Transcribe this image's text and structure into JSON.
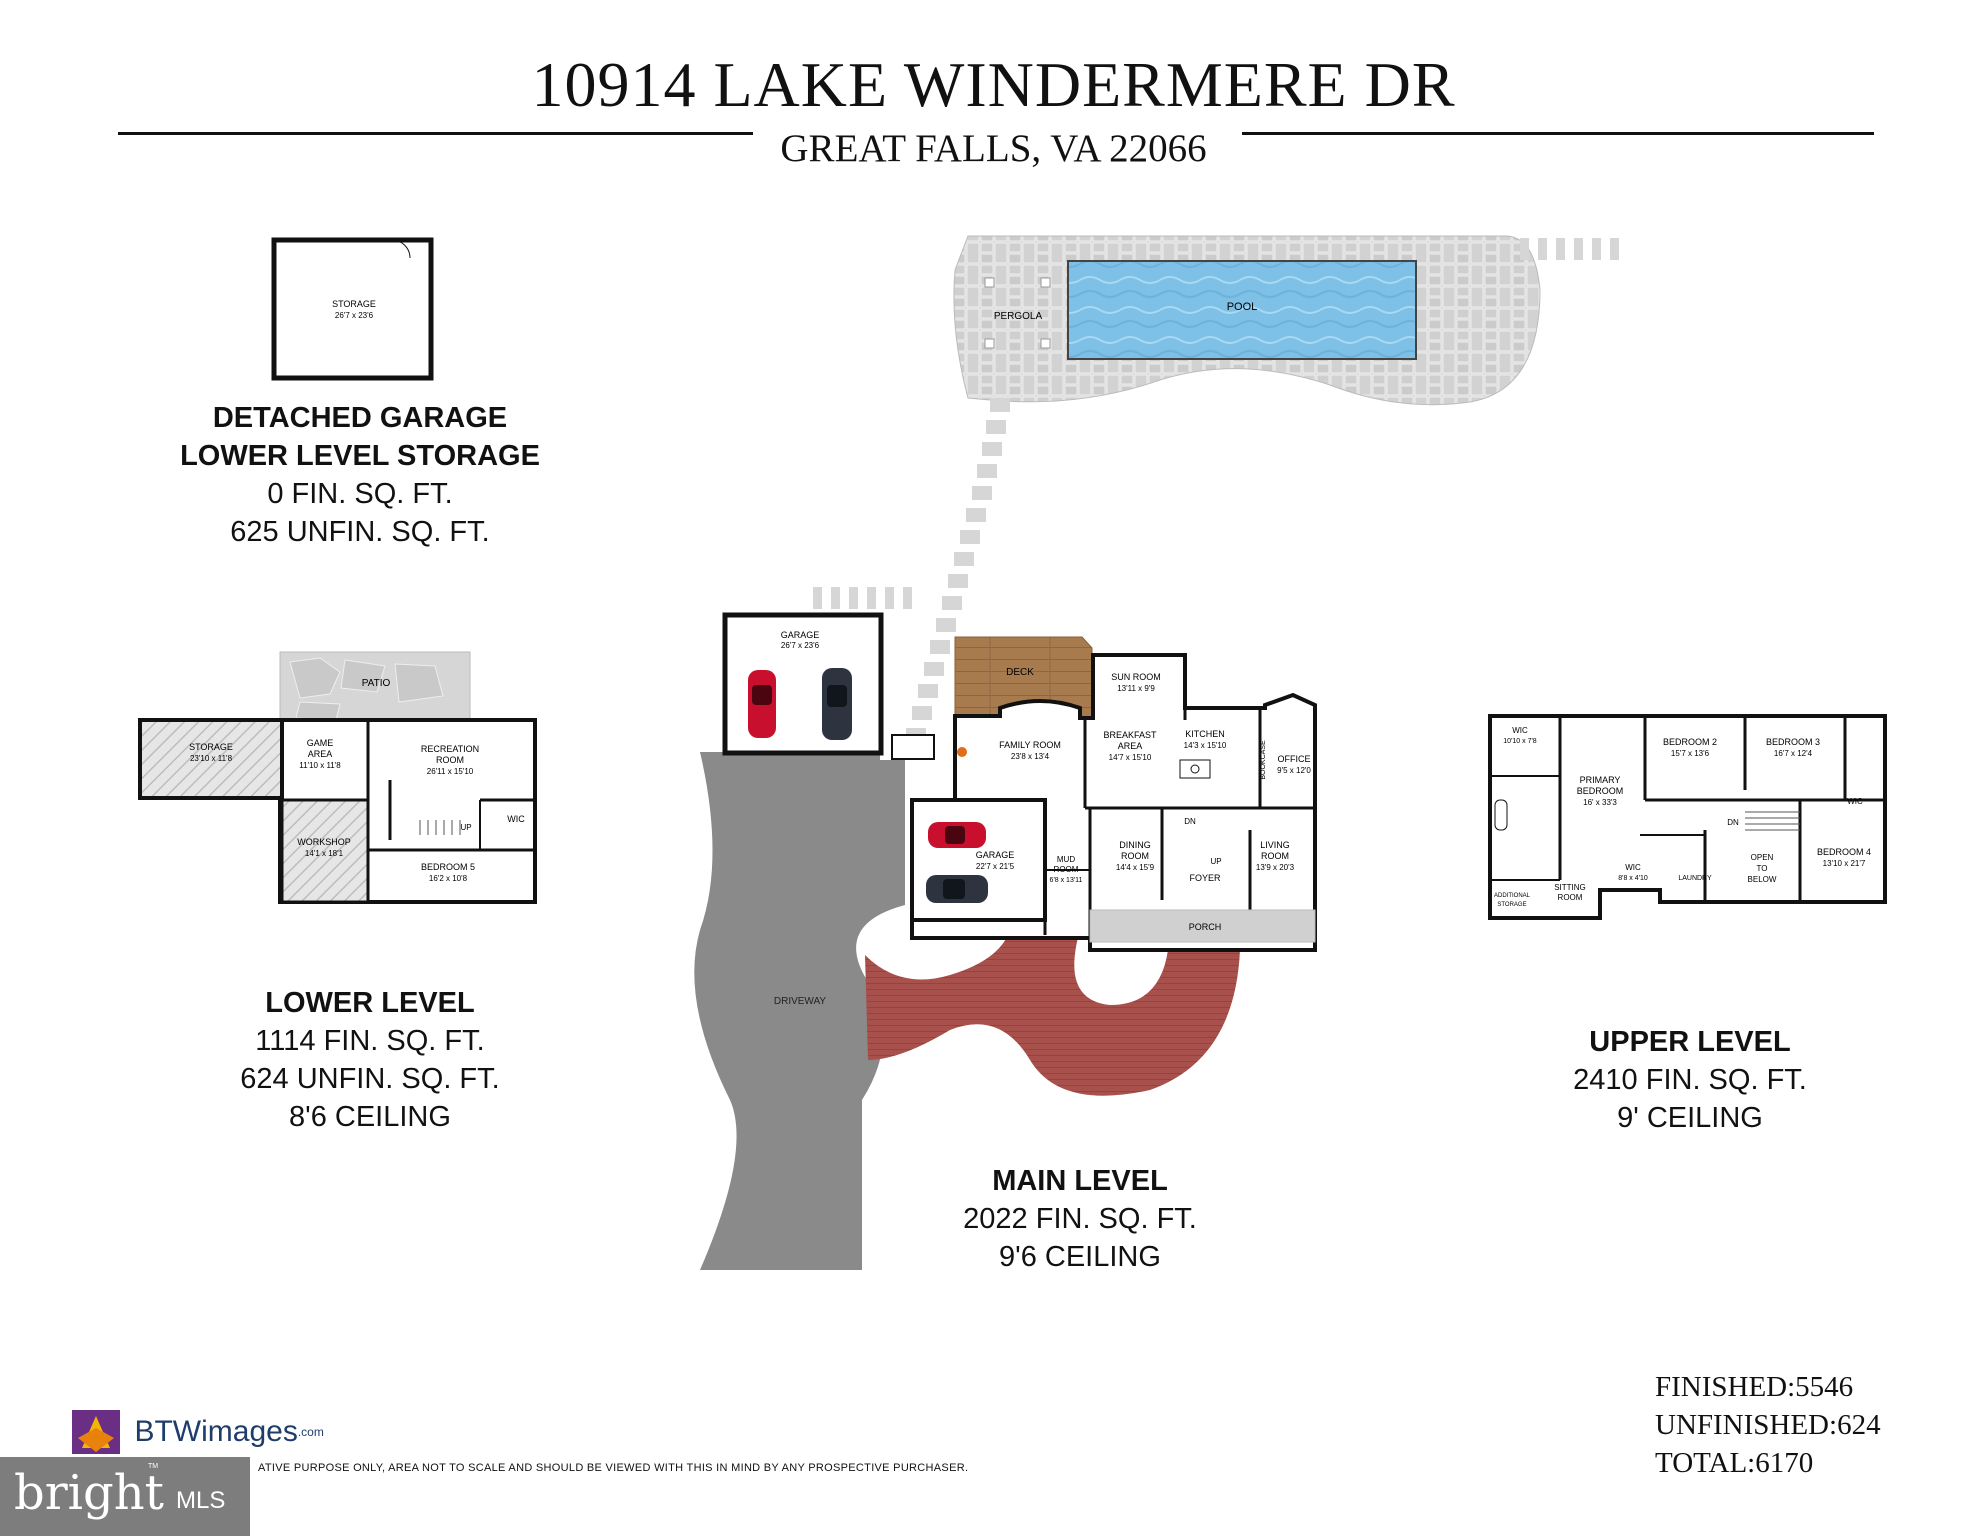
{
  "header": {
    "title": "10914 LAKE WINDERMERE DR",
    "subtitle": "GREAT FALLS, VA 22066"
  },
  "levels": {
    "detached": {
      "heading1": "DETACHED GARAGE",
      "heading2": "LOWER LEVEL STORAGE",
      "line1": "0 FIN. SQ. FT.",
      "line2": "625 UNFIN. SQ. FT."
    },
    "lower": {
      "heading": "LOWER LEVEL",
      "line1": "1114 FIN. SQ. FT.",
      "line2": "624 UNFIN. SQ. FT.",
      "line3": "8'6 CEILING"
    },
    "main": {
      "heading": "MAIN LEVEL",
      "line1": "2022 FIN. SQ. FT.",
      "line2": "9'6 CEILING"
    },
    "upper": {
      "heading": "UPPER LEVEL",
      "line1": "2410 FIN. SQ. FT.",
      "line2": "9' CEILING"
    }
  },
  "totals": {
    "finished_label": "FINISHED:",
    "finished_value": "5546",
    "unfinished_label": "UNFINISHED:",
    "unfinished_value": "624",
    "total_label": "TOTAL:",
    "total_value": "6170"
  },
  "disclaimer": "ATIVE PURPOSE ONLY, AREA NOT TO SCALE AND SHOULD BE VIEWED WITH THIS IN MIND BY ANY PROSPECTIVE PURCHASER.",
  "branding": {
    "btw_name": "BTWimages",
    "btw_suffix": ".com",
    "tm": "TM",
    "bright": "bright",
    "mls": "MLS"
  },
  "rooms": {
    "detached_storage": {
      "name": "STORAGE",
      "dim": "26'7 x 23'6"
    },
    "pool": "POOL",
    "pergola": "PERGOLA",
    "patio": "PATIO",
    "ll_storage": {
      "name": "STORAGE",
      "dim": "23'10 x 11'8"
    },
    "game": {
      "name1": "GAME",
      "name2": "AREA",
      "dim": "11'10 x 11'8"
    },
    "recreation": {
      "name": "RECREATION",
      "name2": "ROOM",
      "dim": "26'11 x 15'10"
    },
    "workshop": {
      "name": "WORKSHOP",
      "dim": "14'1 x 18'1"
    },
    "bedroom5": {
      "name": "BEDROOM 5",
      "dim": "16'2 x 10'8"
    },
    "ll_wic": "WIC",
    "ll_up": "UP",
    "garage_top": {
      "name": "GARAGE",
      "dim": "26'7 x 23'6"
    },
    "deck": "DECK",
    "sunroom": {
      "name": "SUN ROOM",
      "dim": "13'11 x 9'9"
    },
    "family": {
      "name": "FAMILY ROOM",
      "dim": "23'8 x 13'4"
    },
    "breakfast": {
      "name1": "BREAKFAST",
      "name2": "AREA",
      "dim": "14'7 x 15'10"
    },
    "kitchen": {
      "name": "KITCHEN",
      "dim": "14'3 x 15'10"
    },
    "bookcase": "BOOKCASE",
    "office": {
      "name": "OFFICE",
      "dim": "9'5 x 12'0"
    },
    "garage_main": {
      "name": "GARAGE",
      "dim": "22'7 x 21'5"
    },
    "mud": {
      "name1": "MUD",
      "name2": "ROOM",
      "dim": "6'8 x 13'11"
    },
    "dining": {
      "name1": "DINING",
      "name2": "ROOM",
      "dim": "14'4 x 15'9"
    },
    "living": {
      "name1": "LIVING",
      "name2": "ROOM",
      "dim": "13'9 x 20'3"
    },
    "foyer": "FOYER",
    "ml_dn": "DN",
    "ml_up": "UP",
    "porch": "PORCH",
    "driveway": "DRIVEWAY",
    "ul_wic1": {
      "name": "WIC",
      "dim": "10'10 x 7'8"
    },
    "primary": {
      "name1": "PRIMARY",
      "name2": "BEDROOM",
      "dim": "16' x 33'3"
    },
    "bedroom2": {
      "name": "BEDROOM 2",
      "dim": "15'7 x 13'6"
    },
    "bedroom3": {
      "name": "BEDROOM 3",
      "dim": "16'7 x 12'4"
    },
    "ul_wic2": "WIC",
    "bedroom4": {
      "name": "BEDROOM 4",
      "dim": "13'10 x 21'7"
    },
    "ul_wic3": {
      "name": "WIC",
      "dim": "8'8 x 4'10"
    },
    "laundry": "LAUNDRY",
    "open": {
      "l1": "OPEN",
      "l2": "TO",
      "l3": "BELOW"
    },
    "sitting": {
      "name1": "SITTING",
      "name2": "ROOM"
    },
    "addl_storage": {
      "name1": "ADDITIONAL",
      "name2": "STORAGE"
    },
    "ul_dn": "DN"
  },
  "colors": {
    "driveway": "#8a8a8a",
    "brick": "#a8504c",
    "deck": "#a87b4f",
    "pool": "#7ec0e6",
    "stone": "#d6d6d6",
    "hatch": "#c8c8c8",
    "brand_accent": "#6b2e85"
  }
}
